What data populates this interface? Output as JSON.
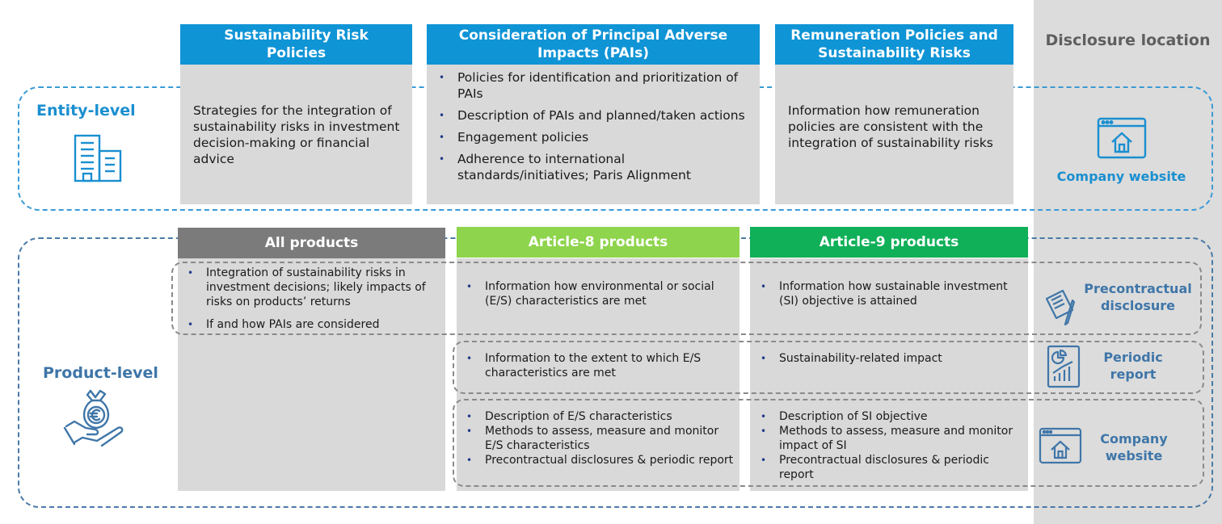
{
  "disclosure_location": {
    "title": "Disclosure location"
  },
  "columns": {
    "srp": {
      "title": "Sustainability Risk Policies",
      "entity_text": "Strategies for the integration of sustainability risks in investment decision-making or financial advice"
    },
    "pai": {
      "title": "Consideration of Principal Adverse Impacts (PAIs)",
      "items": [
        "Policies for identification and prioritization of PAIs",
        "Description of PAIs and planned/taken actions",
        "Engagement policies",
        "Adherence to international standards/initiatives; Paris Alignment"
      ]
    },
    "rem": {
      "title": "Remuneration Policies and Sustainability Risks",
      "entity_text": "Information how remuneration policies are consistent with the integration of sustainability risks"
    }
  },
  "levels": {
    "entity": {
      "label": "Entity-level",
      "location": "Company website"
    },
    "product": {
      "label": "Product-level"
    }
  },
  "products": {
    "all": {
      "title": "All products",
      "items": [
        "Integration of sustainability risks in investment decisions; likely impacts of risks on products’ returns",
        "If and how PAIs are considered"
      ]
    },
    "art8": {
      "title": "Article-8 products",
      "precontractual": [
        "Information how environmental or social (E/S) characteristics are met"
      ],
      "periodic": [
        "Information to the extent to which E/S characteristics are met"
      ],
      "website": [
        "Description of E/S characteristics",
        "Methods to assess, measure and monitor E/S characteristics",
        "Precontractual disclosures & periodic report"
      ]
    },
    "art9": {
      "title": "Article-9 products",
      "precontractual": [
        "Information how sustainable investment (SI) objective is attained"
      ],
      "periodic": [
        "Sustainability-related impact"
      ],
      "website": [
        "Description of SI objective",
        "Methods to assess, measure and monitor impact of SI",
        "Precontractual disclosures & periodic report"
      ]
    }
  },
  "locations": {
    "precontractual": "Precontractual disclosure",
    "periodic": "Periodic report",
    "website": "Company website"
  },
  "colors": {
    "header_blue": "#0f94d6",
    "header_gray": "#7b7b7b",
    "header_light_green": "#8ed44c",
    "header_green": "#0fb058",
    "entity_accent": "#1a8fd0",
    "product_accent": "#3f76a8"
  },
  "icons": {
    "entity": "building-icon",
    "product": "money-bag-hand-icon",
    "website": "browser-home-icon",
    "precontractual": "document-pen-icon",
    "periodic": "report-chart-icon"
  }
}
